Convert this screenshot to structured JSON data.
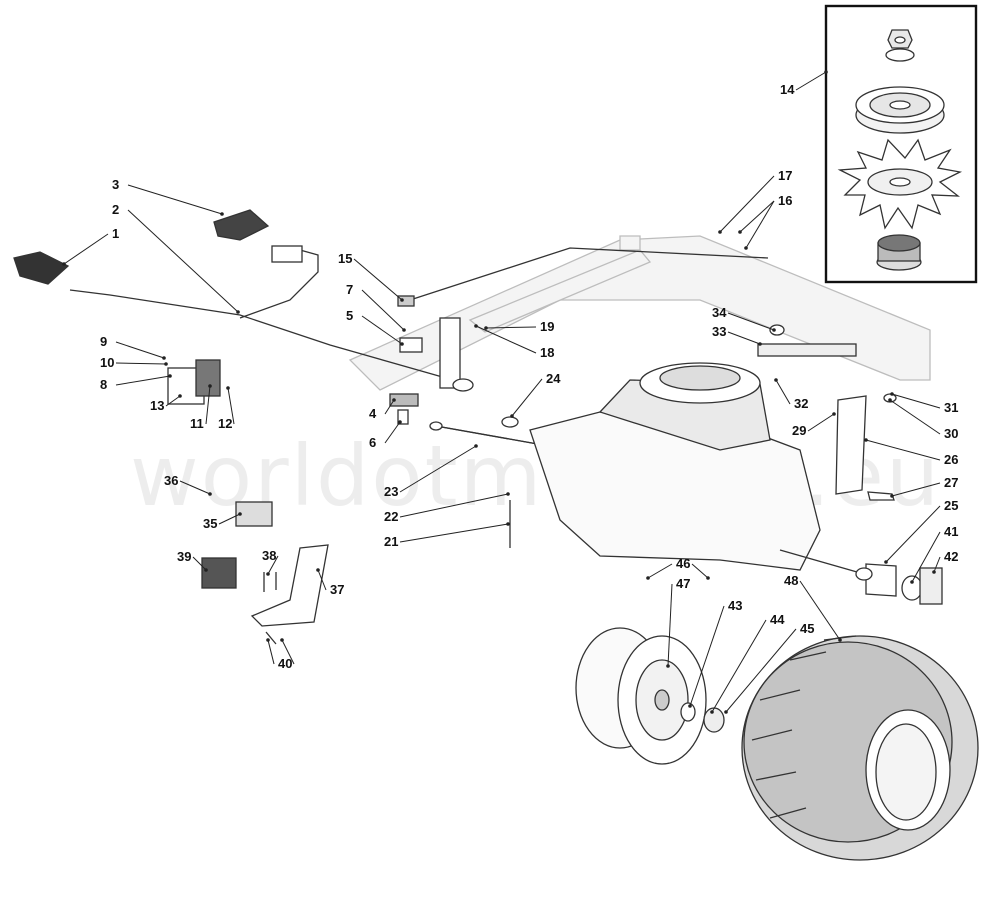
{
  "watermark": "worldotmowers.eu",
  "inset_label": "14",
  "callouts": [
    {
      "label": "1"
    },
    {
      "label": "2"
    },
    {
      "label": "3"
    },
    {
      "label": "4"
    },
    {
      "label": "5"
    },
    {
      "label": "6"
    },
    {
      "label": "7"
    },
    {
      "label": "8"
    },
    {
      "label": "9"
    },
    {
      "label": "10"
    },
    {
      "label": "11"
    },
    {
      "label": "12"
    },
    {
      "label": "13"
    },
    {
      "label": "14"
    },
    {
      "label": "15"
    },
    {
      "label": "16"
    },
    {
      "label": "17"
    },
    {
      "label": "18"
    },
    {
      "label": "19"
    },
    {
      "label": "21"
    },
    {
      "label": "22"
    },
    {
      "label": "23"
    },
    {
      "label": "24"
    },
    {
      "label": "25"
    },
    {
      "label": "26"
    },
    {
      "label": "27"
    },
    {
      "label": "29"
    },
    {
      "label": "30"
    },
    {
      "label": "31"
    },
    {
      "label": "32"
    },
    {
      "label": "33"
    },
    {
      "label": "34"
    },
    {
      "label": "35"
    },
    {
      "label": "36"
    },
    {
      "label": "37"
    },
    {
      "label": "38"
    },
    {
      "label": "39"
    },
    {
      "label": "40"
    },
    {
      "label": "41"
    },
    {
      "label": "42"
    },
    {
      "label": "43"
    },
    {
      "label": "44"
    },
    {
      "label": "45"
    },
    {
      "label": "46"
    },
    {
      "label": "47"
    },
    {
      "label": "48"
    }
  ]
}
